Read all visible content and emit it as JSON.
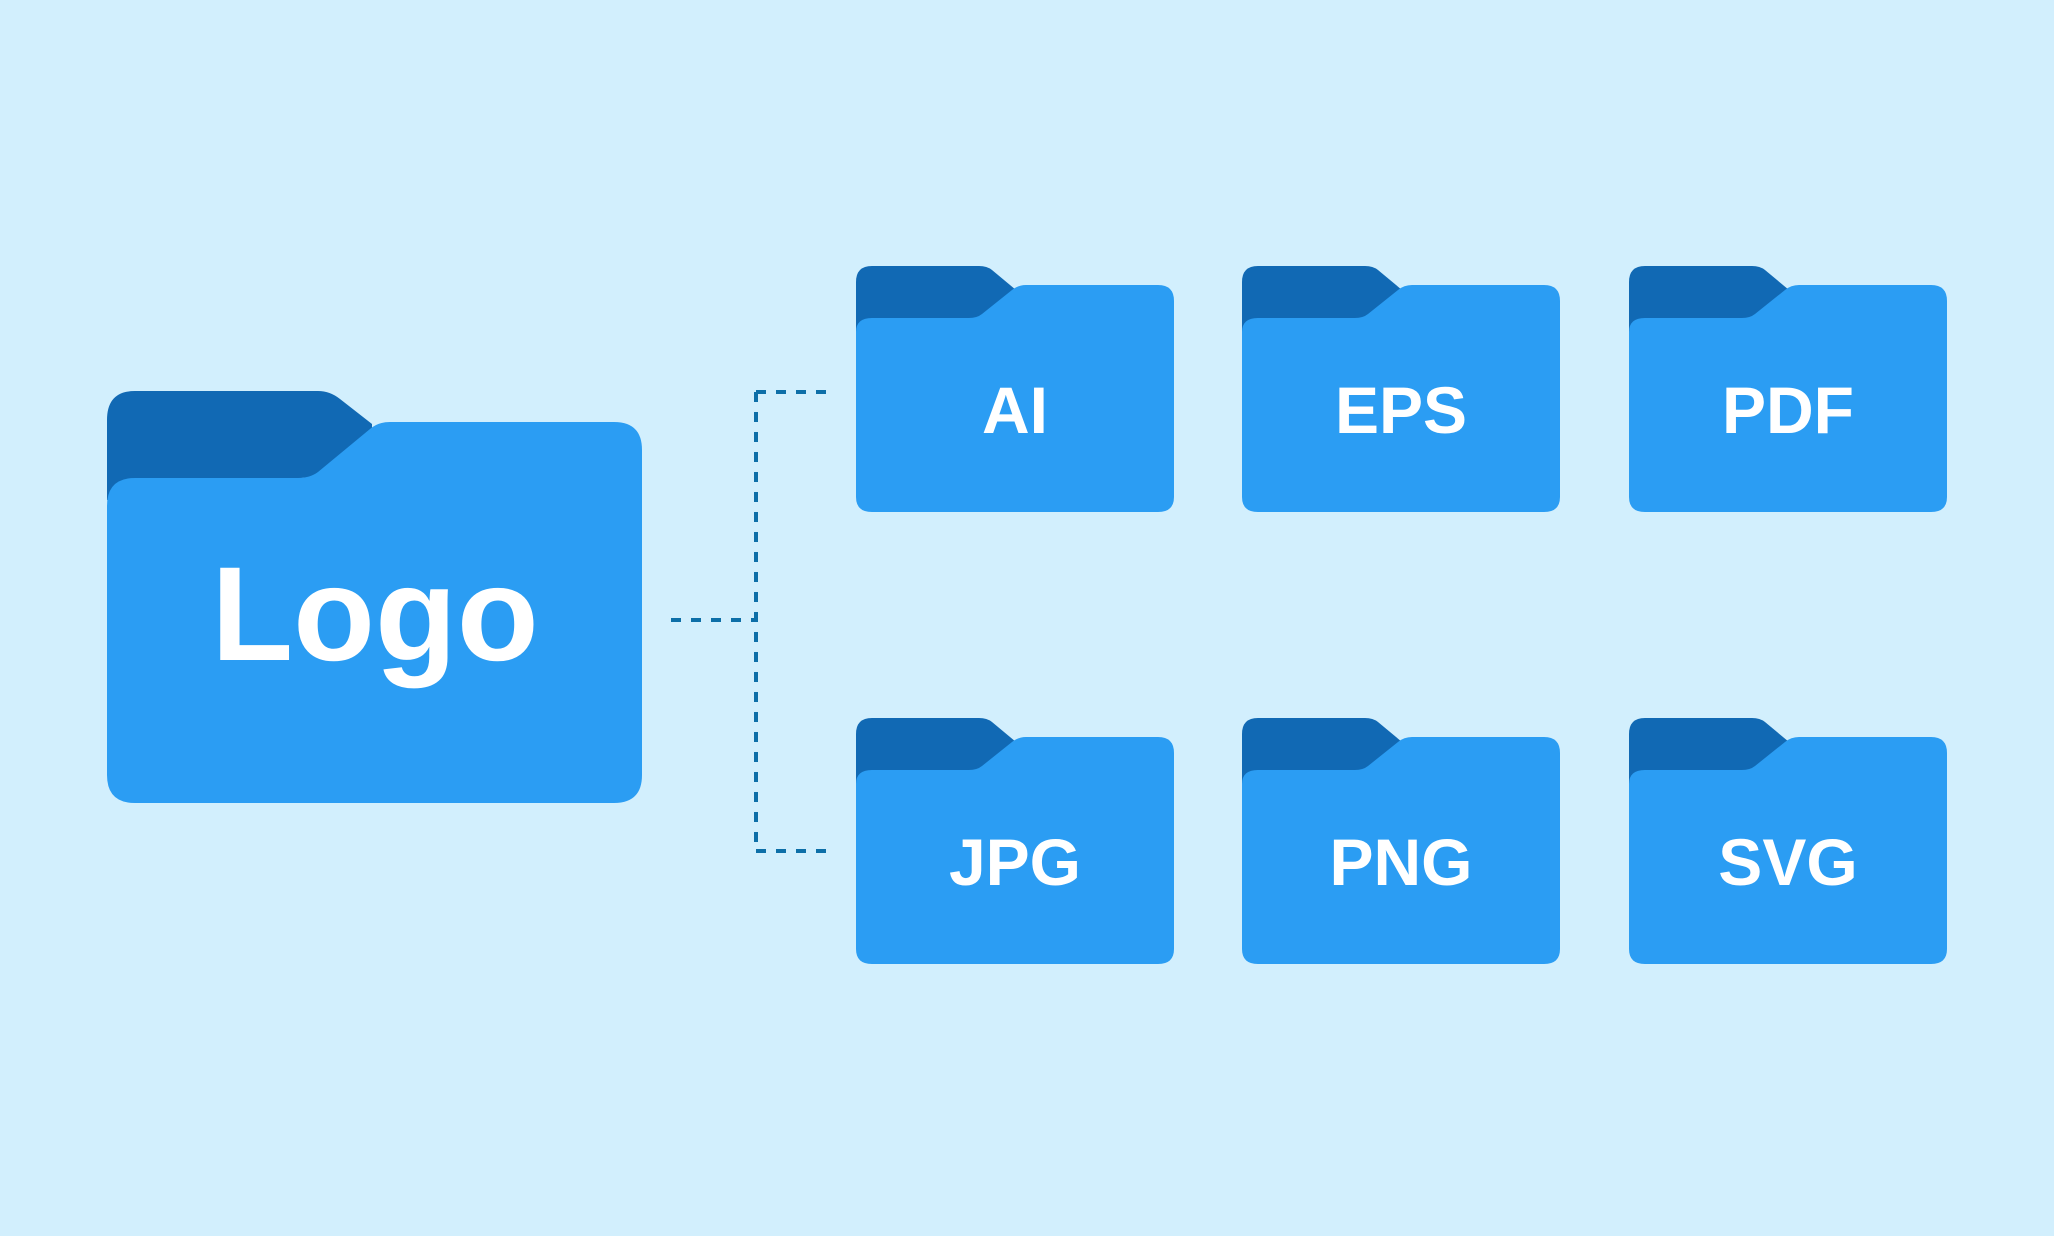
{
  "colors": {
    "background": "#d2effd",
    "folder_front": "#2b9df3",
    "folder_back": "#1169b4",
    "connector": "#0d6fa8",
    "label_text": "#ffffff"
  },
  "main_folder": {
    "label": "Logo",
    "icon": "folder-icon"
  },
  "format_folders": [
    {
      "label": "AI",
      "icon": "folder-icon"
    },
    {
      "label": "EPS",
      "icon": "folder-icon"
    },
    {
      "label": "PDF",
      "icon": "folder-icon"
    },
    {
      "label": "JPG",
      "icon": "folder-icon"
    },
    {
      "label": "PNG",
      "icon": "folder-icon"
    },
    {
      "label": "SVG",
      "icon": "folder-icon"
    }
  ]
}
